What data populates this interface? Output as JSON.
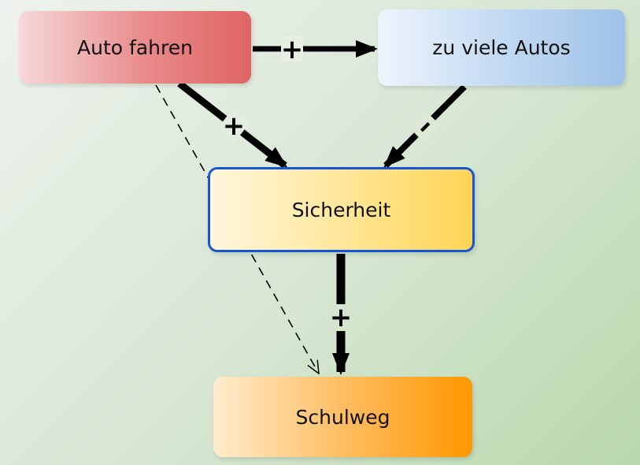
{
  "nodes": {
    "auto_fahren": "Auto fahren",
    "zu_viele_autos": "zu viele Autos",
    "sicherheit": "Sicherheit",
    "schulweg": "Schulweg"
  },
  "edges": {
    "auto_to_autos": "+",
    "auto_to_sicherheit": "+",
    "autos_to_sicherheit": "–",
    "sicherheit_to_schulweg": "+"
  },
  "colors": {
    "auto_fahren": "#e06464",
    "zu_viele_autos": "#9ec2e8",
    "sicherheit": "#ffd455",
    "sicherheit_border": "#1556d8",
    "schulweg": "#ff9800",
    "arrows": "#000000"
  }
}
